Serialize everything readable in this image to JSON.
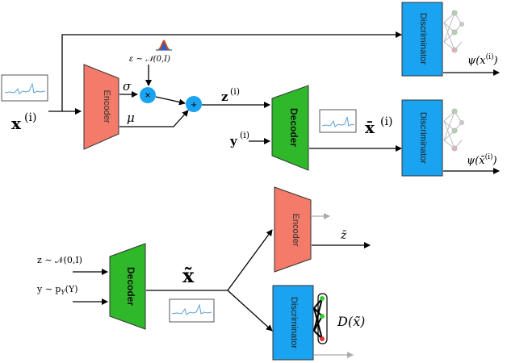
{
  "blocks": {
    "encoder_top": "Encoder",
    "decoder_top": "Decoder",
    "disc_top1": "Discriminator",
    "disc_top2": "Discriminator",
    "encoder_bottom": "Encoder",
    "decoder_bottom": "Decoder",
    "disc_bottom": "Discriminator"
  },
  "labels": {
    "x_i": "x",
    "x_i_sup": "(i)",
    "sigma": "σ",
    "mu": "μ",
    "epsilon": "ε ∼ 𝒩(0,I)",
    "multiply": "×",
    "plus": "+",
    "z_i": "z",
    "z_i_sup": "(i)",
    "y_i": "y",
    "y_i_sup": "(i)",
    "xbar_i": "x̄",
    "xbar_i_sup": "(i)",
    "psi_x": "ψ(x",
    "psi_x_sup": "(i)",
    "psi_x_close": ")",
    "psi_xbar": "ψ(x̄",
    "psi_xbar_sup": "(i)",
    "psi_xbar_close": ")",
    "z_prior": "z ∼ 𝒩(0,I)",
    "y_prior": "y ∼ p",
    "y_prior_sub": "Y",
    "y_prior_end": "(Y)",
    "x_tilde": "x̃",
    "z_bar": "z̄",
    "d_x_tilde": "D(x̃)"
  },
  "colors": {
    "encoder": "#f47a6a",
    "decoder": "#2fb82a",
    "discriminator": "#1aa3f0",
    "node": "#1aa3f0",
    "arrow": "#000000"
  }
}
